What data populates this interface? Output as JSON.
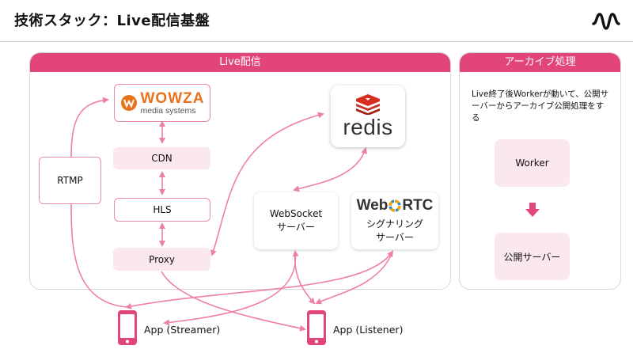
{
  "slide": {
    "title": "技術スタック：Live配信基盤"
  },
  "live_panel": {
    "header": "Live配信"
  },
  "archive_panel": {
    "header": "アーカイブ処理",
    "note": "Live終了後Workerが動いて、公開サーバーからアーカイブ公開処理をする"
  },
  "nodes": {
    "wowza": {
      "brand": "WOWZA",
      "sub": "media systems"
    },
    "cdn": "CDN",
    "hls": "HLS",
    "proxy": "Proxy",
    "rtmp": "RTMP",
    "redis": "redis",
    "websocket": [
      "WebSocket",
      "サーバー"
    ],
    "webrtc": {
      "logo_left": "Web",
      "logo_right": "RTC",
      "lines": [
        "シグナリング",
        "サーバー"
      ]
    },
    "worker": "Worker",
    "public_server": "公開サーバー"
  },
  "devices": {
    "streamer": "App (Streamer)",
    "listener": "App (Listener)"
  },
  "colors": {
    "accent": "#e2457c",
    "line": "#ef7fa6",
    "pink_box": "#fbe7ef",
    "box_border": "#e98bb0"
  }
}
